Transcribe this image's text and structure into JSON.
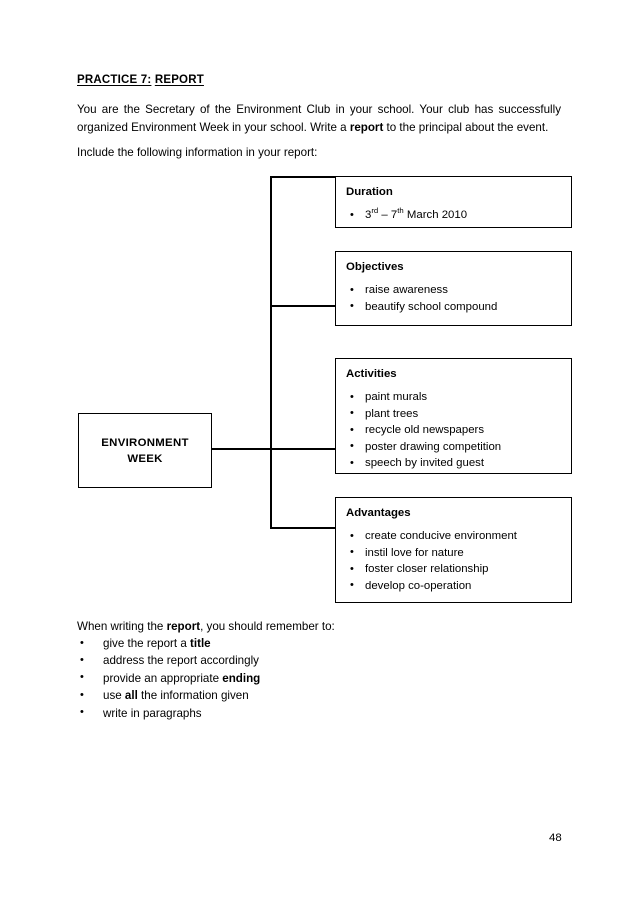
{
  "heading": {
    "part1": "PRACTICE 7:",
    "part2": "REPORT"
  },
  "intro": {
    "before_bold": "You are the Secretary of the Environment Club in your school. Your club has successfully organized Environment Week in your school. Write a ",
    "bold": "report",
    "after_bold": " to the principal about the event.",
    "include_line": "Include the following information in your report:"
  },
  "diagram": {
    "center_node": {
      "line1": "ENVIRONMENT",
      "line2": "WEEK"
    },
    "branches": [
      {
        "title": "Duration",
        "items_html": [
          "3<sup>rd</sup> – 7<sup>th</sup> March 2010"
        ]
      },
      {
        "title": "Objectives",
        "items_html": [
          "raise awareness",
          "beautify school compound"
        ]
      },
      {
        "title": "Activities",
        "items_html": [
          "paint murals",
          "plant trees",
          "recycle old newspapers",
          "poster drawing competition",
          "speech by invited guest"
        ]
      },
      {
        "title": "Advantages",
        "items_html": [
          "create conducive environment",
          "instil love for nature",
          "foster closer relationship",
          "develop co-operation"
        ]
      }
    ]
  },
  "closing": {
    "intro_before": "When writing the ",
    "intro_bold": "report",
    "intro_after": ", you should remember to:",
    "items_html": [
      "give the report a <b>title</b>",
      "address the report accordingly",
      "provide an appropriate <b>ending</b>",
      "use <b>all</b> the information given",
      "write in paragraphs"
    ]
  },
  "footer": {
    "page_number": "48"
  }
}
